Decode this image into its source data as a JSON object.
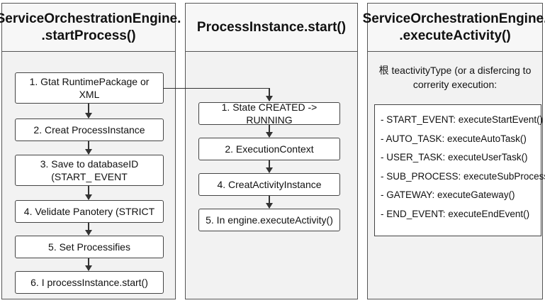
{
  "columns": [
    {
      "title_lines": [
        "ServiceOrchestrationEngine.",
        ".startProcess()"
      ],
      "steps": [
        "1. Gtat RuntimePackage or XML",
        "2. Creat ProcessInstance",
        "3. Save to databaseID (START_ EVENT",
        "4. Velidate Panotery (STRICT",
        "5. Set Processifies",
        "6. I processInstance.start()"
      ]
    },
    {
      "title_lines": [
        "ProcessInstance.start()"
      ],
      "steps": [
        "1. State CREATED -> RUNNING",
        "2. ExecutionContext",
        "4. CreatActivityInstance",
        "5. In engine.executeActivity()"
      ]
    },
    {
      "title_lines": [
        "ServiceOrchestrationEngine.",
        ".executeActivity()"
      ],
      "note_lines": [
        "根 teactivityType (or a disfercing to",
        "correrity execution:"
      ],
      "items": [
        "- START_EVENT: executeStartEvent()",
        "- AUTO_TASK: executeAutoTask()",
        "- USER_TASK: executeUserTask()",
        "- SUB_PROCESS: executeSubProcess()",
        "- GATEWAY: executeGateway()",
        "- END_EVENT: executeEndEvent()"
      ]
    }
  ]
}
